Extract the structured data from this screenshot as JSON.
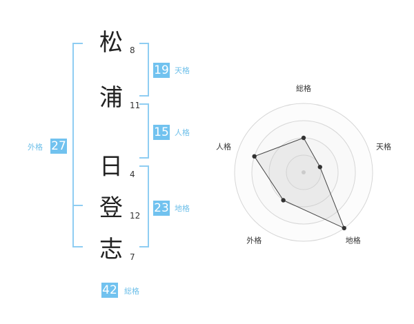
{
  "name": {
    "chars": [
      {
        "char": "松",
        "strokes": "8"
      },
      {
        "char": "浦",
        "strokes": "11"
      },
      {
        "char": "日",
        "strokes": "4"
      },
      {
        "char": "登",
        "strokes": "12"
      },
      {
        "char": "志",
        "strokes": "7"
      }
    ]
  },
  "fortune": {
    "tenkaku": {
      "value": "19",
      "label": "天格"
    },
    "jinkaku": {
      "value": "15",
      "label": "人格"
    },
    "chikaku": {
      "value": "23",
      "label": "地格"
    },
    "gaikaku": {
      "value": "27",
      "label": "外格"
    },
    "soukaku": {
      "value": "42",
      "label": "総格"
    }
  },
  "colors": {
    "accent": "#71c2ef",
    "bracket": "#8ecdf2",
    "label": "#6dbfe9"
  },
  "chart_data": {
    "type": "radar",
    "axes": [
      "総格",
      "天格",
      "地格",
      "外格",
      "人格"
    ],
    "levels": 4,
    "max": 4,
    "values": [
      2,
      1,
      4,
      2,
      3
    ]
  }
}
